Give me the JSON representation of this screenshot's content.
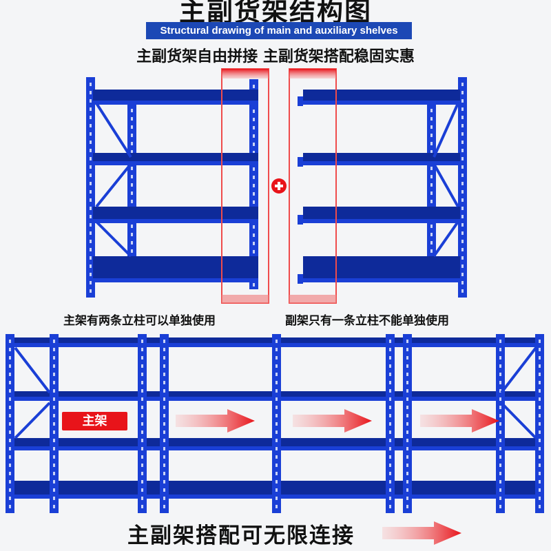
{
  "title": "主副货架结构图",
  "banner": "Structural drawing of main and auxiliary shelves",
  "subtitle": "主副货架自由拼接 主副货架搭配稳固实惠",
  "captions": {
    "main": "主架有两条立柱可以单独使用",
    "auxiliary": "副架只有一条立柱不能单独使用"
  },
  "main_tag": "主架",
  "bottom_text": "主副架搭配可无限连接",
  "colors": {
    "shelf_blue": "#1a3fd6",
    "accent_red": "#e8141a",
    "banner_blue": "#1c48b5"
  },
  "icons": [
    "plus-icon",
    "arrow-right-icon"
  ]
}
